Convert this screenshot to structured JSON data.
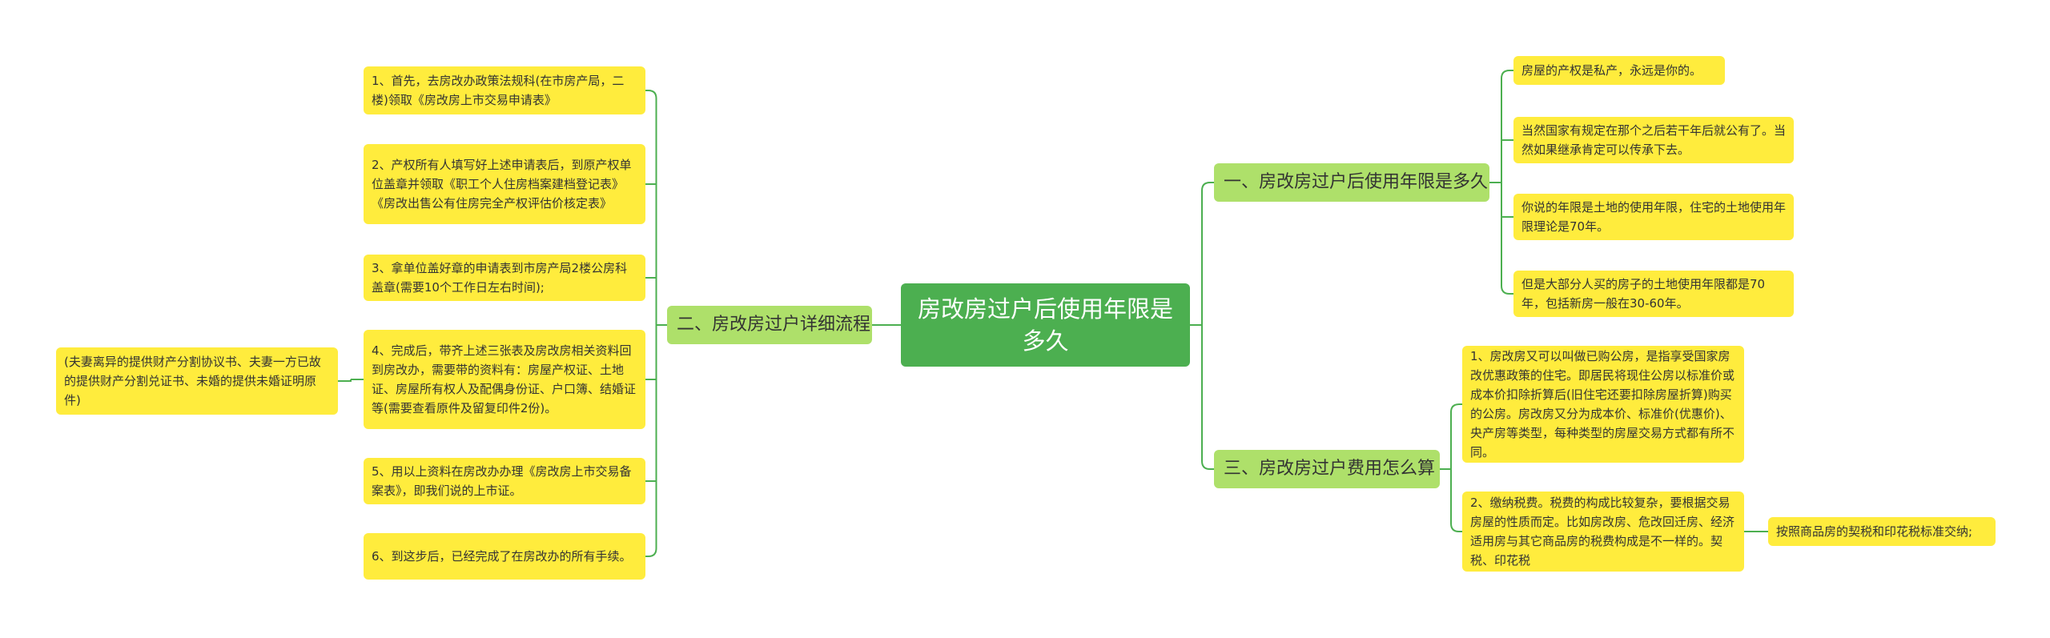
{
  "root": {
    "label": "房改房过户后使用年限是多久"
  },
  "left_branch": {
    "label": "二、房改房过户详细流程",
    "items": [
      "1、首先，去房改办政策法规科(在市房产局，二楼)领取《房改房上市交易申请表》",
      "2、产权所有人填写好上述申请表后，到原产权单位盖章并领取《职工个人住房档案建档登记表》《房改出售公有住房完全产权评估价核定表》",
      "3、拿单位盖好章的申请表到市房产局2楼公房科盖章(需要10个工作日左右时间);",
      "4、完成后，带齐上述三张表及房改房相关资料回到房改办，需要带的资料有：房屋产权证、土地证、房屋所有权人及配偶身份证、户口簿、结婚证等(需要查看原件及留复印件2份)。",
      "5、用以上资料在房改办办理《房改房上市交易备案表》，即我们说的上市证。",
      "6、到这步后，已经完成了在房改办的所有手续。"
    ],
    "sub_note": "(夫妻离异的提供财产分割协议书、夫妻一方已故的提供财产分割兑证书、未婚的提供未婚证明原件)"
  },
  "right_branch_1": {
    "label": "一、房改房过户后使用年限是多久",
    "items": [
      "房屋的产权是私产，永远是你的。",
      "当然国家有规定在那个之后若干年后就公有了。当然如果继承肯定可以传承下去。",
      "你说的年限是土地的使用年限，住宅的土地使用年限理论是70年。",
      "但是大部分人买的房子的土地使用年限都是70年，包括新房一般在30-60年。"
    ]
  },
  "right_branch_2": {
    "label": "三、房改房过户费用怎么算",
    "items": [
      "1、房改房又可以叫做已购公房，是指享受国家房改优惠政策的住宅。即居民将现住公房以标准价或成本价扣除折算后(旧住宅还要扣除房屋折算)购买的公房。房改房又分为成本价、标准价(优惠价)、央产房等类型，每种类型的房屋交易方式都有所不同。",
      "2、缴纳税费。税费的构成比较复杂，要根据交易房屋的性质而定。比如房改房、危改回迁房、经济适用房与其它商品房的税费构成是不一样的。契税、印花税"
    ],
    "sub_note": "按照商品房的契税和印花税标准交纳;"
  },
  "colors": {
    "root": "#4caf50",
    "branch": "#aee06a",
    "leaf": "#ffec3d",
    "line": "#4caf50"
  }
}
